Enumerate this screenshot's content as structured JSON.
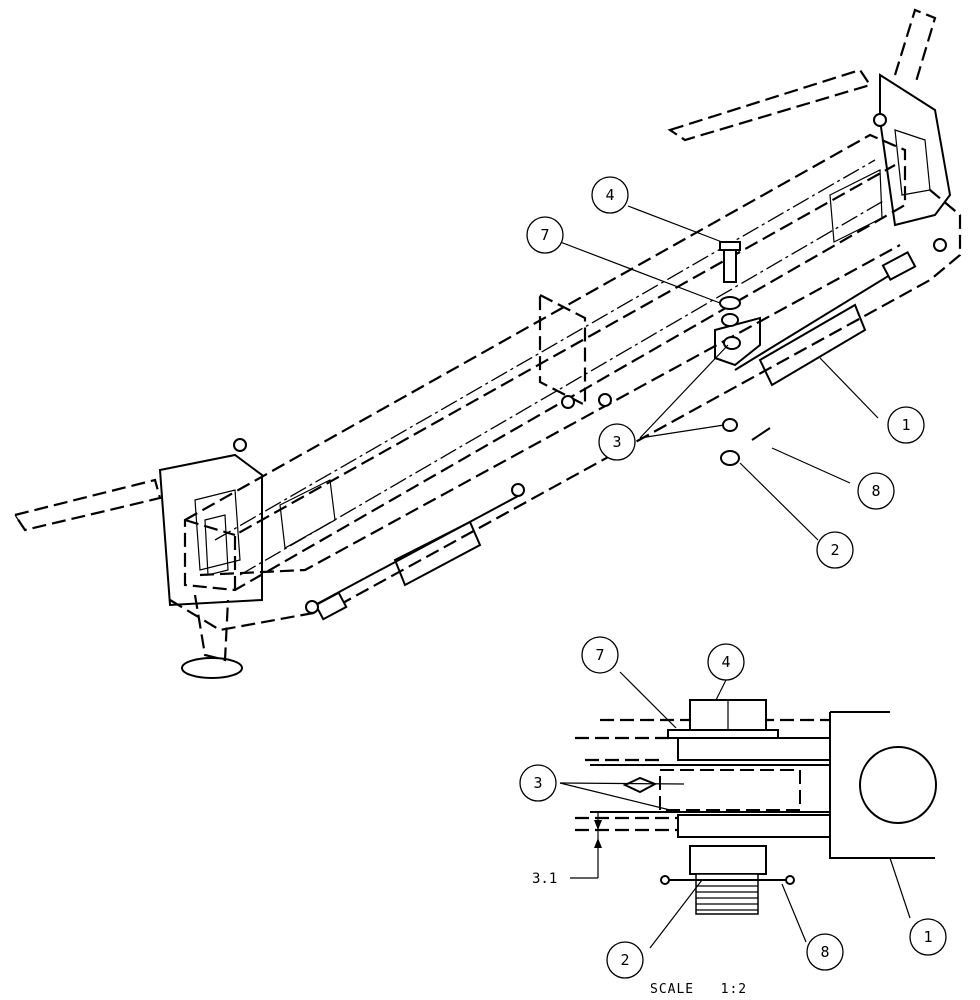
{
  "callouts_main": [
    {
      "id": "4",
      "label": "4"
    },
    {
      "id": "7",
      "label": "7"
    },
    {
      "id": "1",
      "label": "1"
    },
    {
      "id": "3",
      "label": "3"
    },
    {
      "id": "8",
      "label": "8"
    },
    {
      "id": "2",
      "label": "2"
    }
  ],
  "callouts_detail": [
    {
      "id": "4",
      "label": "4"
    },
    {
      "id": "7",
      "label": "7"
    },
    {
      "id": "3",
      "label": "3"
    },
    {
      "id": "2",
      "label": "2"
    },
    {
      "id": "8",
      "label": "8"
    },
    {
      "id": "1",
      "label": "1"
    }
  ],
  "dimension": {
    "value": "3.1"
  },
  "scale": {
    "label": "SCALE   1:2"
  }
}
